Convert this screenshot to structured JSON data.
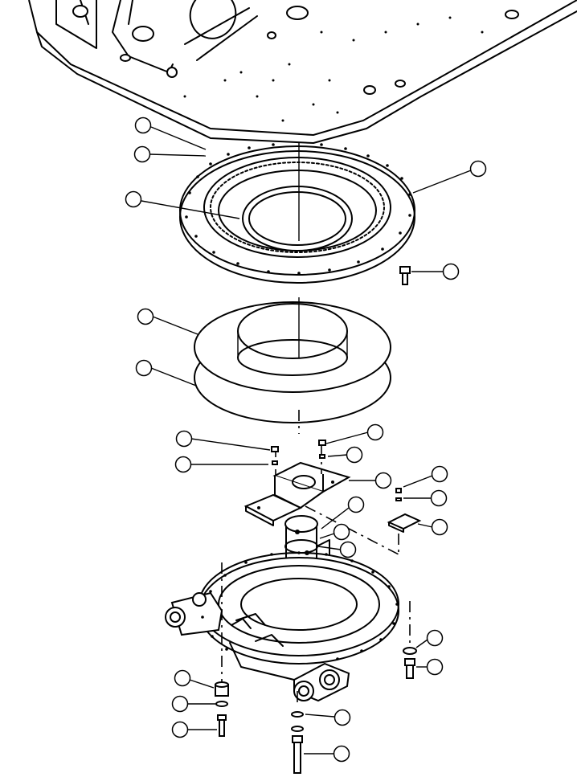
{
  "diagram": {
    "type": "exploded-parts-view",
    "callouts": [
      {
        "id": "c1"
      },
      {
        "id": "c2"
      },
      {
        "id": "c3"
      },
      {
        "id": "c4"
      },
      {
        "id": "c5"
      },
      {
        "id": "c6"
      },
      {
        "id": "c7"
      },
      {
        "id": "c8"
      },
      {
        "id": "c9"
      },
      {
        "id": "c10"
      },
      {
        "id": "c11"
      },
      {
        "id": "c12"
      },
      {
        "id": "c13"
      },
      {
        "id": "c14"
      },
      {
        "id": "c15"
      },
      {
        "id": "c16"
      },
      {
        "id": "c17"
      },
      {
        "id": "c18"
      },
      {
        "id": "c19"
      },
      {
        "id": "c20"
      },
      {
        "id": "c21"
      },
      {
        "id": "c22"
      },
      {
        "id": "c23"
      },
      {
        "id": "c24"
      },
      {
        "id": "c25"
      },
      {
        "id": "c26"
      },
      {
        "id": "c27"
      }
    ],
    "parts": [
      "upper-frame",
      "swing-bearing",
      "seal-ring",
      "swivel-bracket",
      "swivel-joint",
      "lock-plate",
      "lower-frame",
      "bolts",
      "washers",
      "spacers"
    ]
  }
}
